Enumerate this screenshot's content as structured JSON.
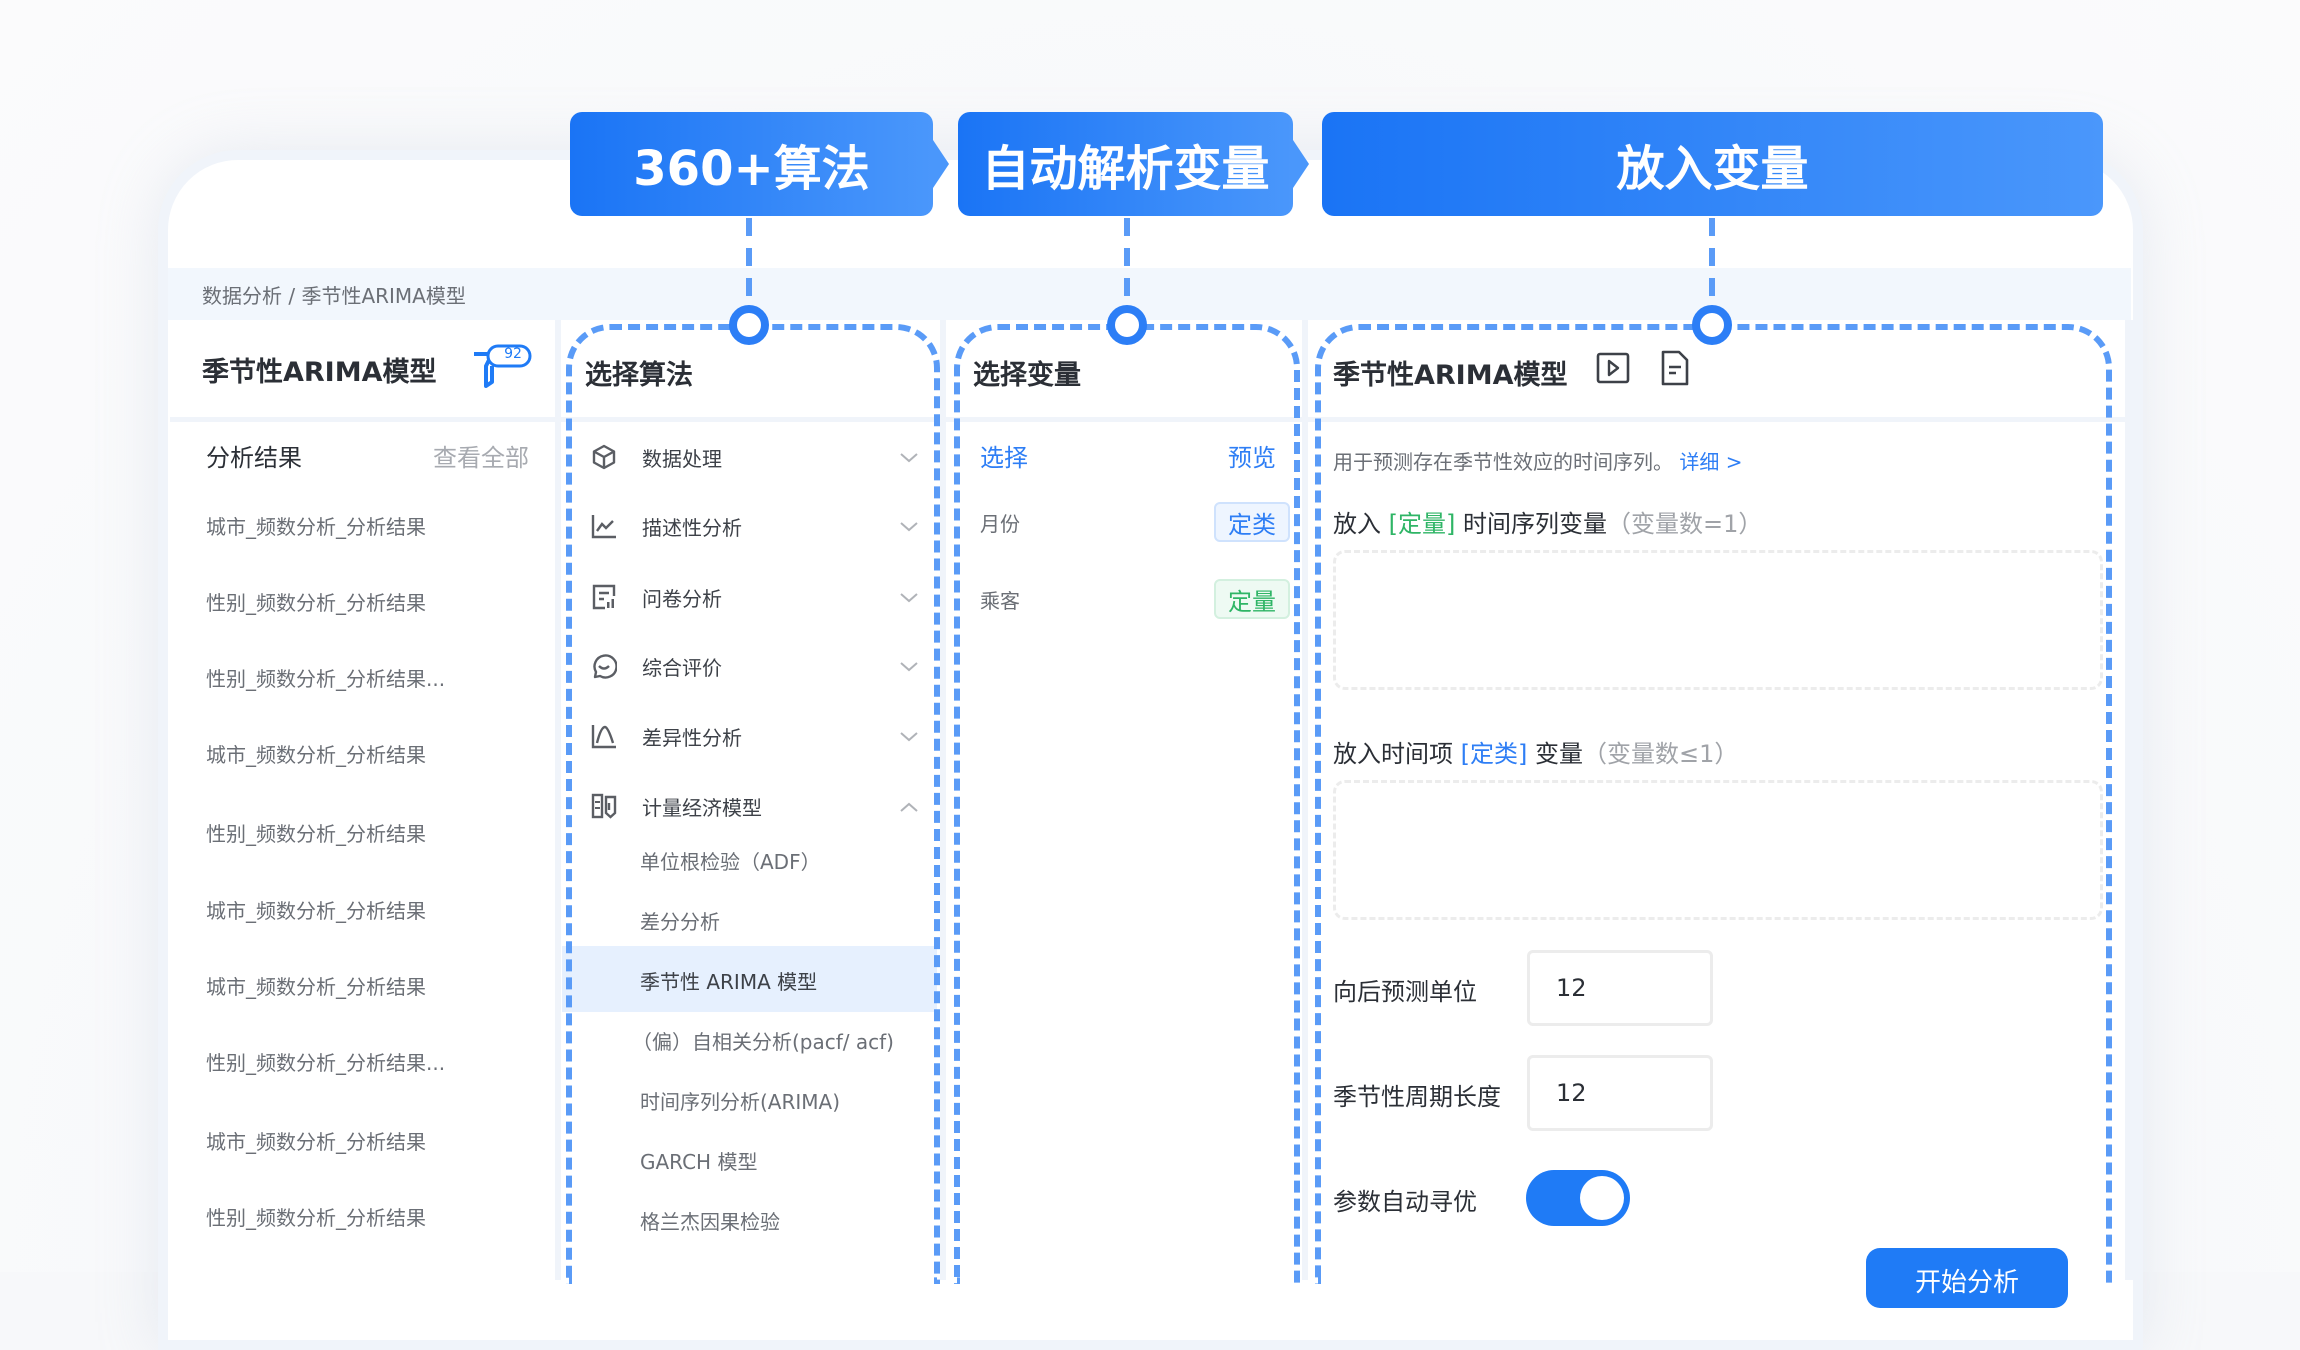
{
  "banners": [
    {
      "label": "360+算法"
    },
    {
      "label": "自动解析变量"
    },
    {
      "label": "放入变量"
    }
  ],
  "breadcrumb": "数据分析 / 季节性ARIMA模型",
  "left_panel": {
    "title": "季节性ARIMA模型",
    "filter_badge": "92",
    "results_header": "分析结果",
    "view_all": "查看全部",
    "results": [
      "城市_频数分析_分析结果",
      "性别_频数分析_分析结果",
      "性别_频数分析_分析结果...",
      "城市_频数分析_分析结果",
      "性别_频数分析_分析结果",
      "城市_频数分析_分析结果",
      "城市_频数分析_分析结果",
      "性别_频数分析_分析结果...",
      "城市_频数分析_分析结果",
      "性别_频数分析_分析结果"
    ]
  },
  "algo_panel": {
    "title": "选择算法",
    "categories": [
      {
        "label": "数据处理",
        "icon": "cube-icon",
        "expanded": false
      },
      {
        "label": "描述性分析",
        "icon": "line-chart-icon",
        "expanded": false
      },
      {
        "label": "问卷分析",
        "icon": "survey-icon",
        "expanded": false
      },
      {
        "label": "综合评价",
        "icon": "chat-smile-icon",
        "expanded": false
      },
      {
        "label": "差异性分析",
        "icon": "distribution-icon",
        "expanded": false
      },
      {
        "label": "计量经济模型",
        "icon": "econometrics-icon",
        "expanded": true
      }
    ],
    "sub_items": [
      "单位根检验（ADF）",
      "差分分析",
      "季节性 ARIMA 模型",
      "（偏）自相关分析(pacf/ acf)",
      "时间序列分析(ARIMA)",
      "GARCH 模型",
      "格兰杰因果检验"
    ],
    "active_sub_item": "季节性 ARIMA 模型"
  },
  "var_panel": {
    "title": "选择变量",
    "select_label": "选择",
    "preview_label": "预览",
    "variables": [
      {
        "name": "月份",
        "type": "定类"
      },
      {
        "name": "乘客",
        "type": "定量"
      }
    ]
  },
  "config_panel": {
    "title": "季节性ARIMA模型",
    "description": "用于预测存在季节性效应的时间序列。",
    "detail_link": "详细 >",
    "slot1": {
      "prefix": "放入",
      "tag": "[定量]",
      "middle": "时间序列变量",
      "hint": "（变量数=1）"
    },
    "slot2": {
      "prefix": "放入时间项",
      "tag": "[定类]",
      "middle": "变量",
      "hint": "（变量数≤1）"
    },
    "forecast_label": "向后预测单位",
    "forecast_value": "12",
    "season_label": "季节性周期长度",
    "season_value": "12",
    "auto_opt_label": "参数自动寻优",
    "auto_opt_on": true,
    "run_button": "开始分析"
  },
  "colors": {
    "primary": "#1f7bf6",
    "dash": "#5a9bf7",
    "quantitative": "#2fb566",
    "categorical": "#2e7ef5"
  }
}
